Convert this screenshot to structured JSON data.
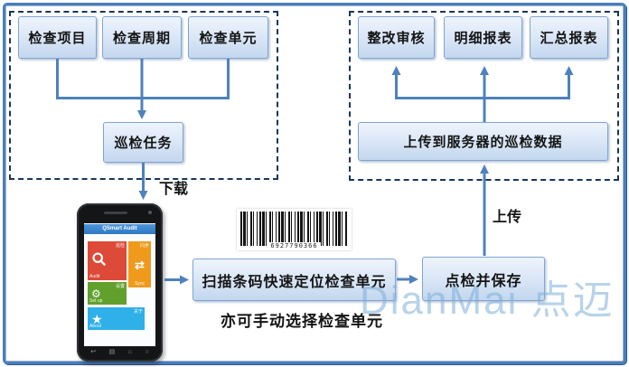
{
  "plan_panel": {
    "items": [
      "检查项目",
      "检查周期",
      "检查单元"
    ],
    "task": "巡检任务"
  },
  "server_panel": {
    "items": [
      "整改审核",
      "明细报表",
      "汇总报表"
    ],
    "upload_data": "上传到服务器的巡检数据"
  },
  "flow": {
    "download": "下载",
    "upload": "上传",
    "scan": "扫描条码快速定位检查单元",
    "manual": "亦可手动选择检查单元",
    "check_save": "点检并保存"
  },
  "barcode": {
    "number": "6927790366"
  },
  "phone": {
    "app_title": "QSmart Audit",
    "tiles": {
      "audit": {
        "corner": "巡检",
        "label": "Audit"
      },
      "sync": {
        "corner": "同步",
        "label": "Sync"
      },
      "setup": {
        "corner": "设置",
        "label": "Set up"
      },
      "about": {
        "corner": "关于",
        "label": "About"
      }
    }
  },
  "watermark": "DianMai 点迈",
  "colors": {
    "accent_line": "#4f81bd",
    "dashed_border": "#17365d",
    "box_border": "#7fa5d3",
    "box_fill_top": "#eef4fc",
    "box_fill_bottom": "#c3d7ee",
    "frame_border": "#4a7ebb",
    "tile_red": "#dd4a38",
    "tile_orange": "#ef9a1d",
    "tile_green": "#61a02c",
    "tile_blue": "#2fb0e8",
    "titlebar_blue": "#2e79c2",
    "watermark_blue": "#7baedb"
  }
}
